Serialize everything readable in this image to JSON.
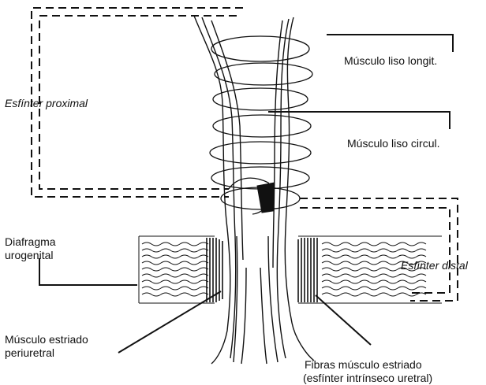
{
  "diagram": {
    "labels": {
      "musculo_liso_longit": "Músculo liso longit.",
      "esfinter_proximal": "Esfínter proximal",
      "musculo_liso_circul": "Músculo liso circul.",
      "diafragma_line1": "Diafragma",
      "diafragma_line2": "urogenital",
      "esfinter_distal": "Esfínter distal",
      "estriado_peri_line1": "Músculo estriado",
      "estriado_peri_line2": "periuretral",
      "fibras_line1": "Fibras músculo estriado",
      "fibras_line2": "(esfínter intrínseco uretral)"
    },
    "colors": {
      "ink": "#111111",
      "background": "#ffffff"
    }
  }
}
